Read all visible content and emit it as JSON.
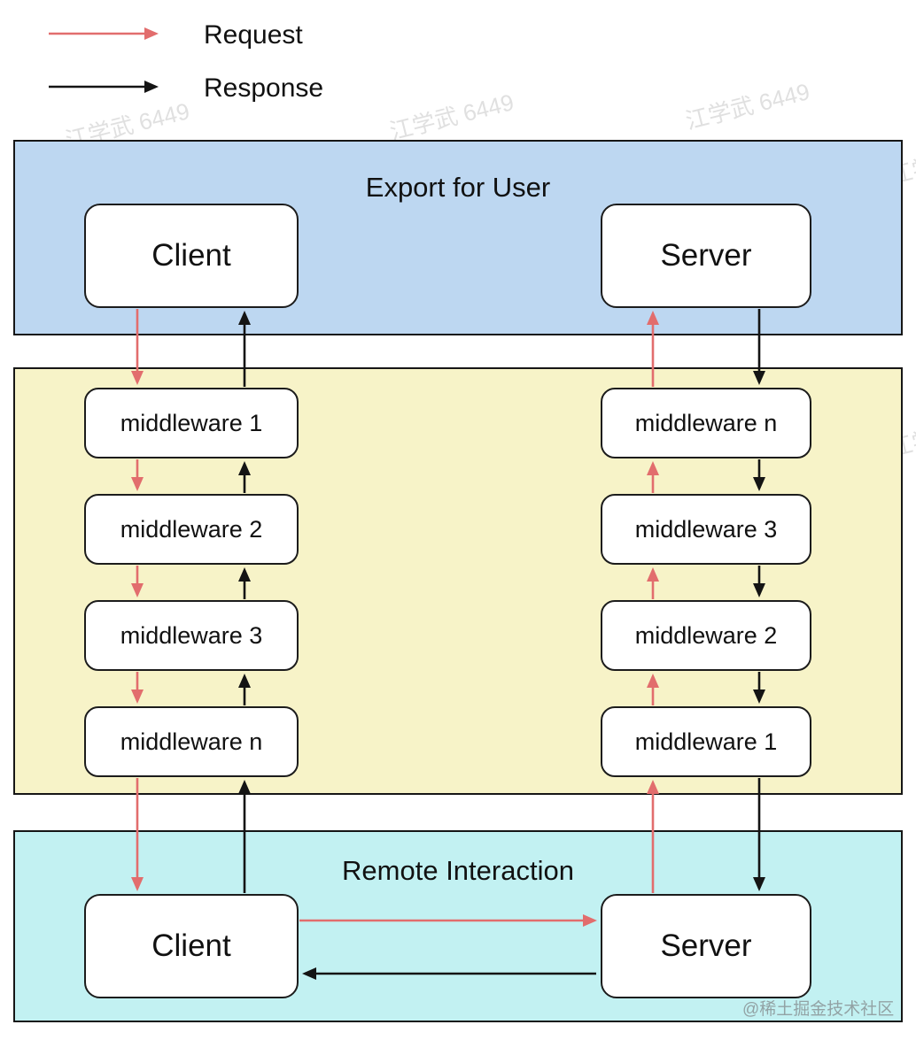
{
  "legend": {
    "request_label": "Request",
    "response_label": "Response"
  },
  "sections": {
    "export": {
      "title": "Export for User",
      "client_label": "Client",
      "server_label": "Server"
    },
    "middleware": {
      "left_column": [
        "middleware 1",
        "middleware 2",
        "middleware 3",
        "middleware n"
      ],
      "right_column": [
        "middleware n",
        "middleware 3",
        "middleware 2",
        "middleware 1"
      ]
    },
    "remote": {
      "title": "Remote Interaction",
      "client_label": "Client",
      "server_label": "Server"
    }
  },
  "watermark": {
    "text": "江学武 6449",
    "credit": "@稀土掘金技术社区"
  },
  "colors": {
    "request_arrow": "#e26d6d",
    "response_arrow": "#141414",
    "export_bg": "#bdd7f1",
    "middleware_bg": "#f7f3c8",
    "remote_bg": "#c2f1f2"
  }
}
